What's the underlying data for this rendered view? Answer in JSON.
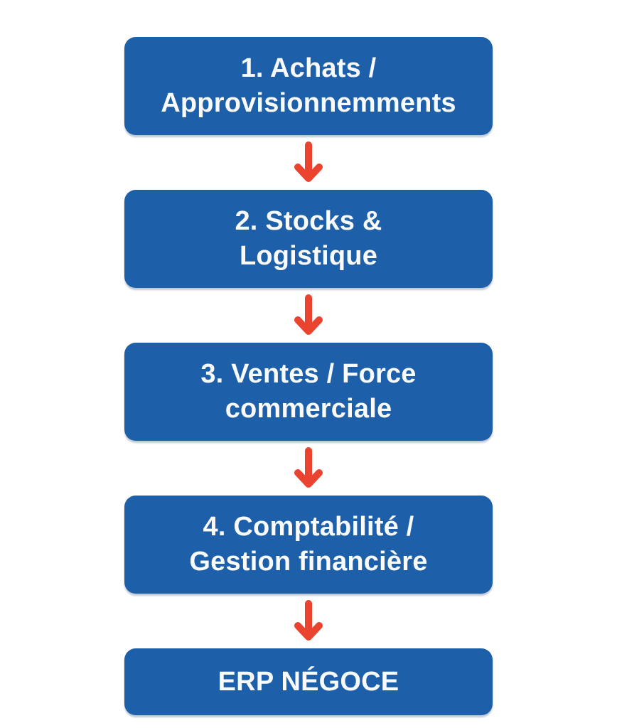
{
  "diagram": {
    "type": "flowchart",
    "direction": "top-down",
    "steps": [
      {
        "id": "achats-approvisionnements",
        "lines": [
          "1. Achats /",
          "Approvisionnemments"
        ]
      },
      {
        "id": "stocks-logistique",
        "lines": [
          "2. Stocks &",
          "Logistique"
        ]
      },
      {
        "id": "ventes-force-commerciale",
        "lines": [
          "3. Ventes / Force",
          "commerciale"
        ]
      },
      {
        "id": "comptabilite-gestion",
        "lines": [
          "4. Comptabilité /",
          "Gestion financière"
        ]
      },
      {
        "id": "erp-negoce",
        "lines": [
          "ERP NÉGOCE"
        ]
      }
    ],
    "connectors": [
      {
        "from": 0,
        "to": 1,
        "icon": "arrow-down-icon"
      },
      {
        "from": 1,
        "to": 2,
        "icon": "arrow-down-icon"
      },
      {
        "from": 2,
        "to": 3,
        "icon": "arrow-down-icon"
      },
      {
        "from": 3,
        "to": 4,
        "icon": "arrow-down-icon"
      }
    ],
    "colors": {
      "box": "#1D5FA8",
      "text": "#F8FAFC",
      "arrow": "#EA4330",
      "background": "#FFFFFF"
    }
  }
}
